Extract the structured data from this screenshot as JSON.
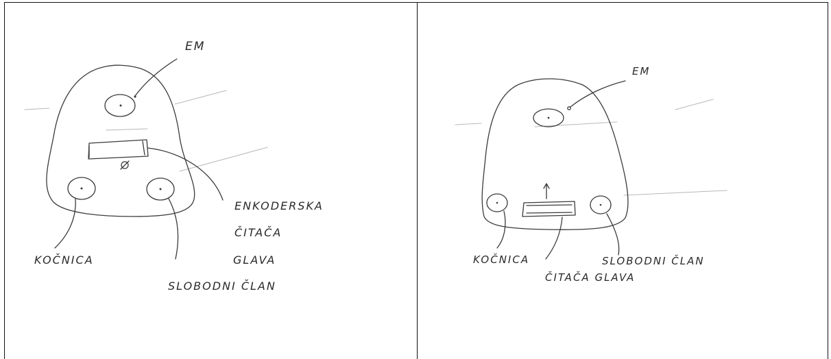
{
  "panels": [
    {
      "labels": {
        "em": "EM",
        "encoder_line1": "ENKODERSKA",
        "encoder_line2": "ČITAČA",
        "encoder_line3": "GLAVA",
        "brake": "KOČNICA",
        "free": "SLOBODNI ČLAN"
      }
    },
    {
      "labels": {
        "em": "EM",
        "brake": "KOČNICA",
        "free": "SLOBODNI ČLAN",
        "reader": "ČITAČA GLAVA"
      }
    }
  ]
}
